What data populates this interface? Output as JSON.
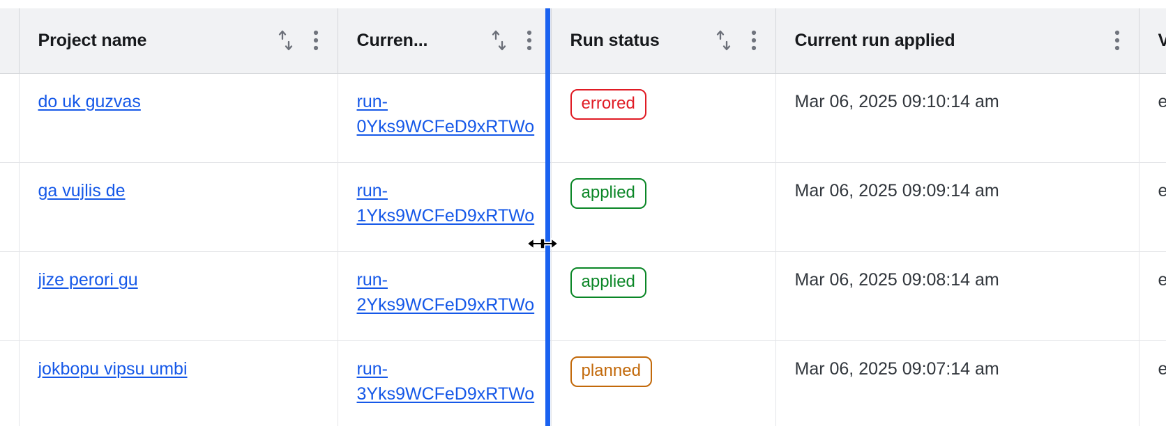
{
  "table": {
    "columns": [
      {
        "key": "gutter",
        "label": "",
        "sortable": false,
        "menu": false
      },
      {
        "key": "name",
        "label": "Project name",
        "sortable": true,
        "menu": true
      },
      {
        "key": "run",
        "label": "Curren...",
        "sortable": true,
        "menu": true
      },
      {
        "key": "status",
        "label": "Run status",
        "sortable": true,
        "menu": true
      },
      {
        "key": "applied",
        "label": "Current run applied",
        "sortable": false,
        "menu": true
      },
      {
        "key": "next",
        "label": "V",
        "sortable": false,
        "menu": false
      }
    ],
    "rows": [
      {
        "name": "do uk guzvas",
        "run": "run-0Yks9WCFeD9xRTWo",
        "status": "errored",
        "status_kind": "errored",
        "applied": "Mar 06, 2025 09:10:14 am",
        "next": "e"
      },
      {
        "name": "ga vujlis de",
        "run": "run-1Yks9WCFeD9xRTWo",
        "status": "applied",
        "status_kind": "applied",
        "applied": "Mar 06, 2025 09:09:14 am",
        "next": "e"
      },
      {
        "name": "jize perori gu",
        "run": "run-2Yks9WCFeD9xRTWo",
        "status": "applied",
        "status_kind": "applied",
        "applied": "Mar 06, 2025 09:08:14 am",
        "next": "e"
      },
      {
        "name": "jokbopu vipsu umbi",
        "run": "run-3Yks9WCFeD9xRTWo",
        "status": "planned",
        "status_kind": "planned",
        "applied": "Mar 06, 2025 09:07:14 am",
        "next": "e"
      }
    ]
  },
  "icons": {
    "sort": "sort-updown-icon",
    "menu": "kebab-menu-icon",
    "resize_cursor": "col-resize-cursor"
  },
  "interaction": {
    "resizing_column": "Curren...",
    "resize_line_color": "#1a62f0"
  },
  "colors": {
    "link": "#1558e8",
    "errored": "#e01b24",
    "applied": "#0a8626",
    "planned": "#c2690a",
    "header_bg": "#f1f2f4",
    "border": "#d4d6da"
  }
}
